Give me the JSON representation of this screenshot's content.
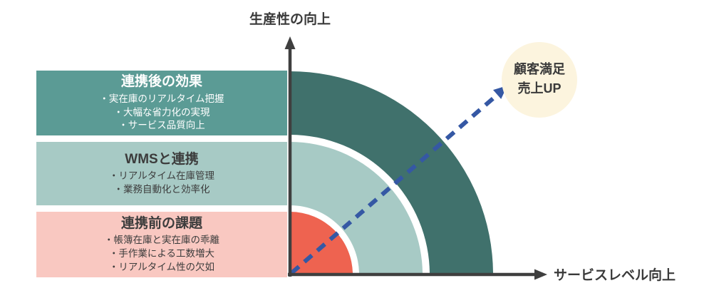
{
  "axes": {
    "y_label": "生産性の向上",
    "x_label": "サービスレベル向上",
    "color": "#3f3f3f"
  },
  "goal_bubble": {
    "line1": "顧客満足",
    "line2": "売上UP",
    "fill": "#fcf4de",
    "text_color": "#3a3a3a"
  },
  "trend_arrow": {
    "style": "dashed",
    "color": "#3558a4"
  },
  "layers": [
    {
      "title": "連携後の効果",
      "bullets": [
        "・実在庫のリアルタイム把握",
        "・大幅な省力化の実現",
        "・サービス品質向上"
      ],
      "box_color": "#5b9b95",
      "ring_color": "#40716c",
      "text_color": "#ffffff"
    },
    {
      "title": "WMSと連携",
      "bullets": [
        "・リアルタイム在庫管理",
        "・業務自動化と効率化"
      ],
      "box_color": "#a7cac5",
      "ring_color": "#a7cac5",
      "text_color": "#3c3c3c"
    },
    {
      "title": "連携前の課題",
      "bullets": [
        "・帳簿在庫と実在庫の乖離",
        "・手作業による工数増大",
        "・リアルタイム性の欠如"
      ],
      "box_color": "#f9c8c1",
      "ring_color": "#ee6350",
      "text_color": "#3c3c3c"
    }
  ]
}
